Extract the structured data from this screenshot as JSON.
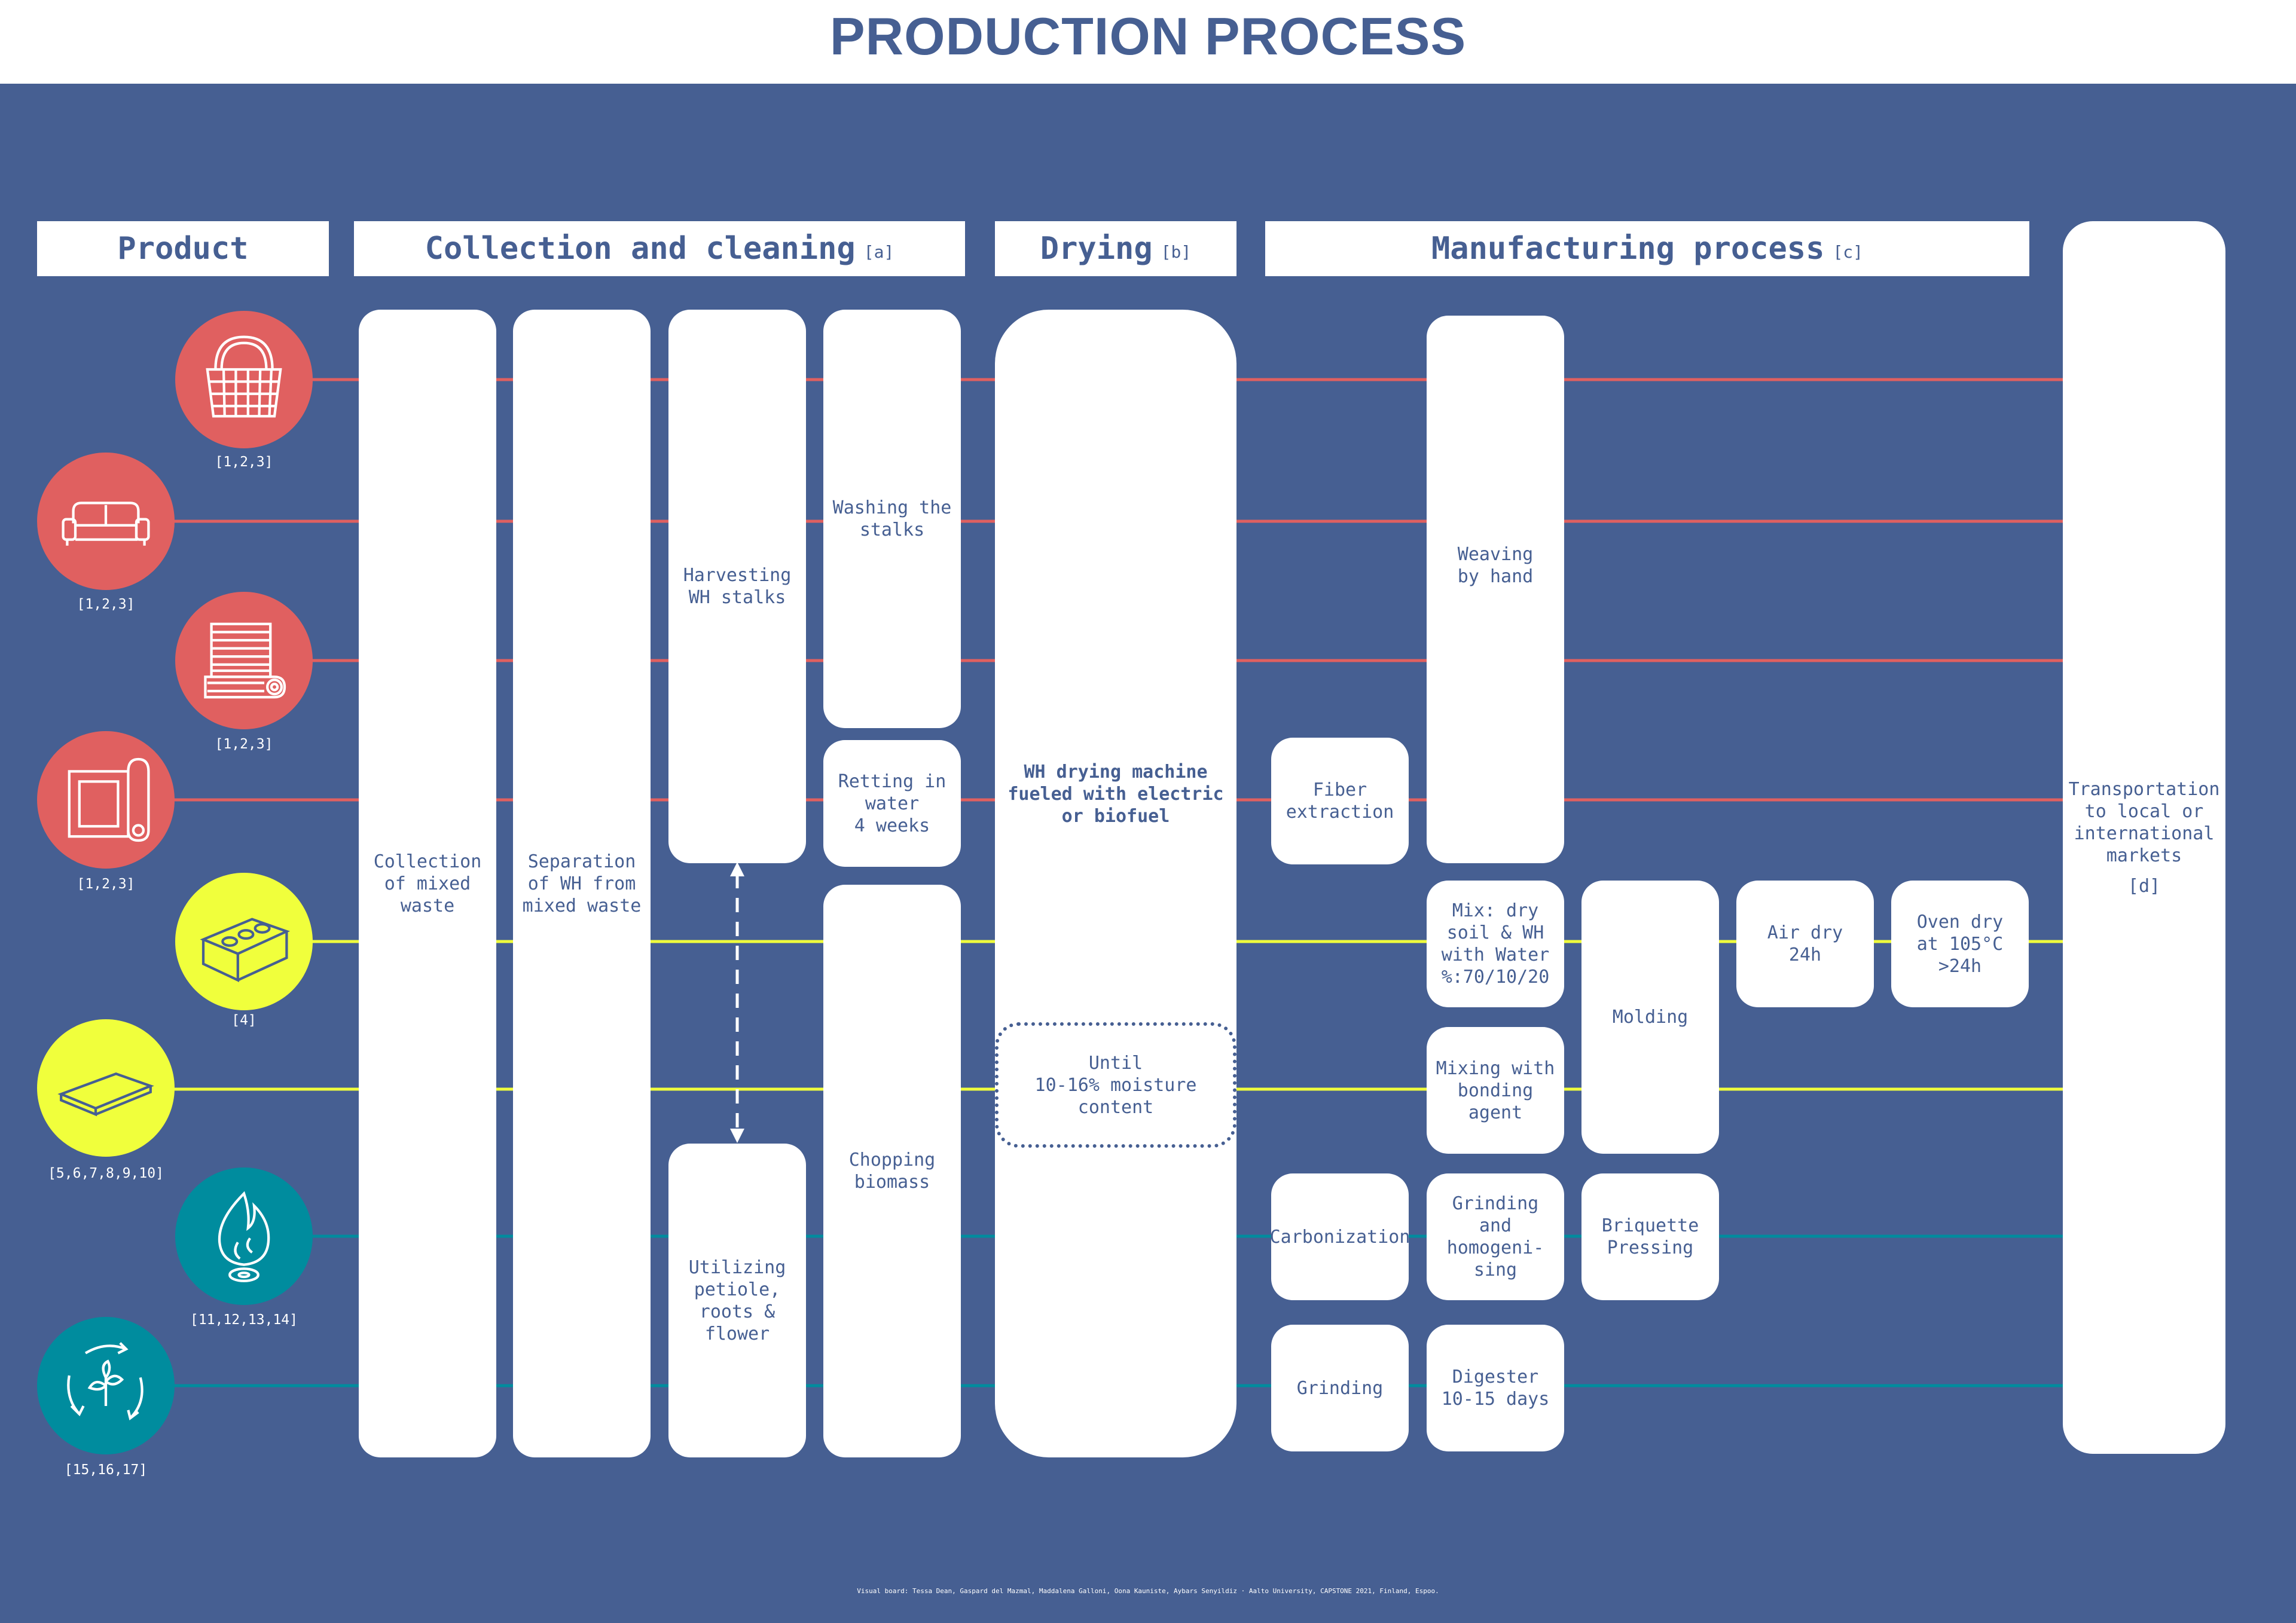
{
  "title": "PRODUCTION PROCESS",
  "colors": {
    "board": "#465f92",
    "red": "#e06060",
    "yellow": "#f0ff3c",
    "teal": "#008c9e",
    "white": "#ffffff"
  },
  "stages": {
    "product": {
      "label": "Product"
    },
    "collection": {
      "label": "Collection and cleaning",
      "ref": "[a]"
    },
    "drying": {
      "label": "Drying",
      "ref": "[b]"
    },
    "manufacturing": {
      "label": "Manufacturing process",
      "ref": "[c]"
    }
  },
  "products": [
    {
      "icon": "basket-icon",
      "color": "red",
      "refs": "[1,2,3]"
    },
    {
      "icon": "sofa-icon",
      "color": "red",
      "refs": "[1,2,3]"
    },
    {
      "icon": "rolled-mat-icon",
      "color": "red",
      "refs": "[1,2,3]"
    },
    {
      "icon": "paper-roll-icon",
      "color": "red",
      "refs": "[1,2,3]"
    },
    {
      "icon": "brick-icon",
      "color": "yellow",
      "refs": "[4]"
    },
    {
      "icon": "board-panel-icon",
      "color": "yellow",
      "refs": "[5,6,7,8,9,10]"
    },
    {
      "icon": "flame-icon",
      "color": "teal",
      "refs": "[11,12,13,14]"
    },
    {
      "icon": "recycle-plant-icon",
      "color": "teal",
      "refs": "[15,16,17]"
    }
  ],
  "steps": {
    "collection": "Collection\nof mixed\nwaste",
    "separation": "Separation\nof WH from\nmixed waste",
    "harvesting": "Harvesting\nWH stalks",
    "utilizing": "Utilizing\npetiole,\nroots &\nflower",
    "washing": "Washing the\nstalks",
    "retting": "Retting in\nwater\n4 weeks",
    "chopping": "Chopping\nbiomass",
    "drying_machine": "WH drying machine\nfueled with electric\nor biofuel",
    "moisture": "Until\n10-16% moisture\ncontent",
    "fiber": "Fiber\nextraction",
    "weaving": "Weaving\nby hand",
    "mix_soil": "Mix: dry\nsoil & WH\nwith Water\n%:70/10/20",
    "mixing_bonding": "Mixing with\nbonding\nagent",
    "molding": "Molding",
    "air_dry": "Air dry\n24h",
    "oven_dry": "Oven dry\nat 105°C\n>24h",
    "carbonization": "Carbonization",
    "grinding_homog": "Grinding\nand\nhomogeni-\nsing",
    "briquette": "Briquette\nPressing",
    "grinding": "Grinding",
    "digester": "Digester\n10-15 days",
    "transport": "Transportation\nto local or\ninternational\nmarkets",
    "transport_ref": "[d]"
  },
  "credits": "Visual board:  Tessa Dean, Gaspard del Mazmal, Maddalena Galloni, Oona Kauniste, Aybars Senyildiz · Aalto University, CAPSTONE 2021, Finland, Espoo."
}
